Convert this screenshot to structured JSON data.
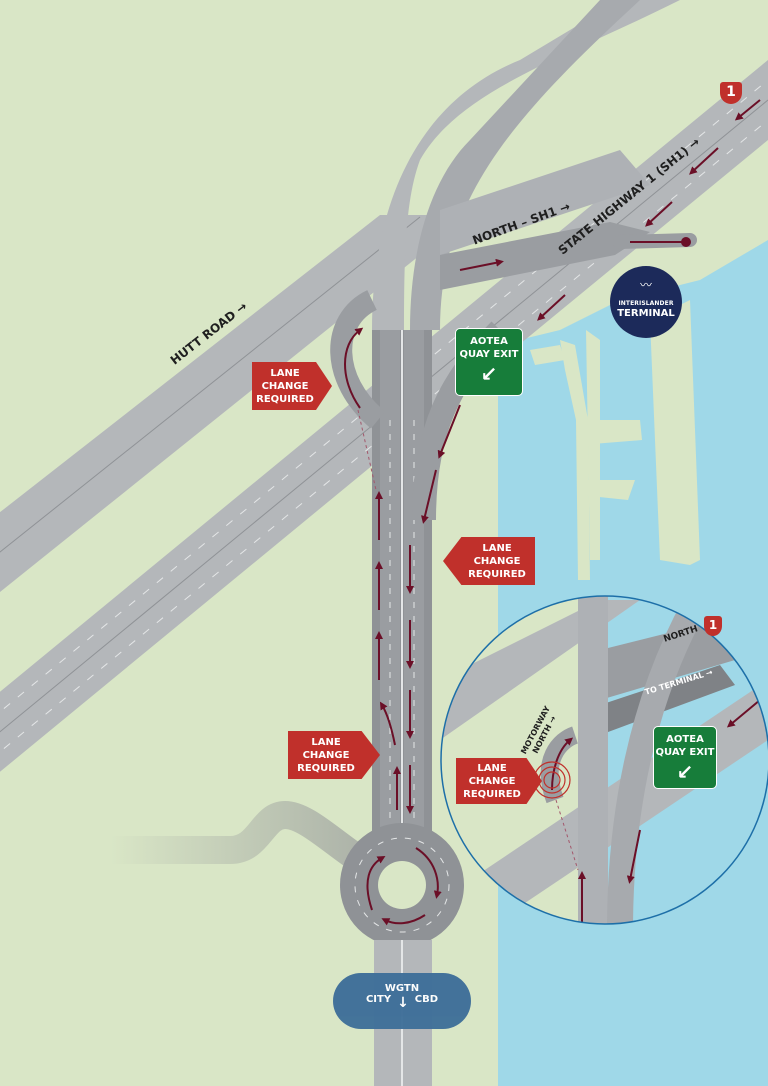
{
  "map": {
    "colors": {
      "land": "#d9e6c6",
      "water": "#9fd8e8",
      "road": "#b4b7ba",
      "road_dark": "#8f9296",
      "arrow": "#6b0f27",
      "sign_red": "#c0302b",
      "sign_green": "#177d3a",
      "terminal_navy": "#1c2a5a",
      "city_blue": "#3f6f99",
      "inset_border": "#1d6fa8"
    },
    "road_labels": {
      "hutt_road": "HUTT ROAD →",
      "north_sh1": "NORTH – SH1 →",
      "state_highway": "STATE HIGHWAY 1 (SH1) →"
    },
    "shield_main": "1",
    "terminal": {
      "line1": "INTERISLANDER",
      "line2": "TERMINAL",
      "icon": "interislander-logo-icon"
    },
    "aotea_sign": {
      "line1": "AOTEA",
      "line2": "QUAY EXIT",
      "arrow": "↙"
    },
    "lane_change_signs": [
      {
        "line1": "LANE",
        "line2": "CHANGE",
        "line3": "REQUIRED",
        "direction": "right"
      },
      {
        "line1": "LANE",
        "line2": "CHANGE",
        "line3": "REQUIRED",
        "direction": "left"
      },
      {
        "line1": "LANE",
        "line2": "CHANGE",
        "line3": "REQUIRED",
        "direction": "right"
      }
    ],
    "city_sign": {
      "line1": "WGTN",
      "left": "CITY",
      "right": "CBD",
      "arrow": "↓"
    },
    "inset": {
      "north_label": "NORTH",
      "shield": "1",
      "to_terminal": "TO TERMINAL →",
      "motorway_north_1": "MOTORWAY",
      "motorway_north_2": "NORTH →",
      "lane_change": {
        "line1": "LANE",
        "line2": "CHANGE",
        "line3": "REQUIRED"
      },
      "aotea_sign": {
        "line1": "AOTEA",
        "line2": "QUAY EXIT",
        "arrow": "↙"
      }
    }
  }
}
